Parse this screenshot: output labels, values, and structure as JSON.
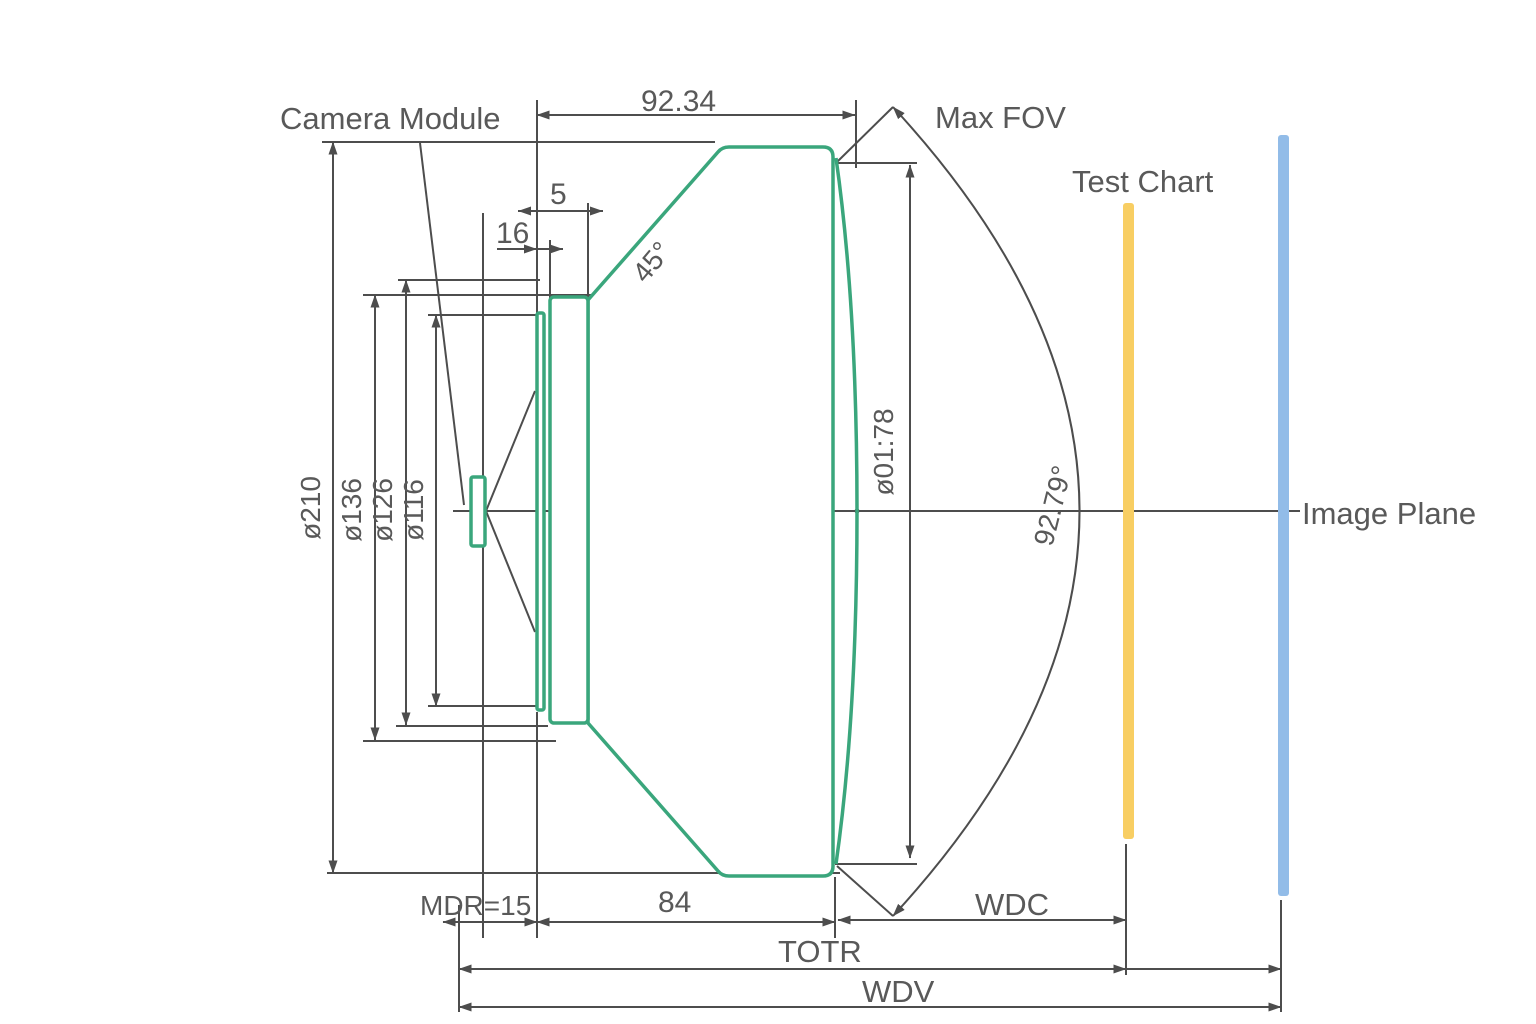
{
  "labels": {
    "camera_module": "Camera Module",
    "max_fov": "Max FOV",
    "test_chart": "Test Chart",
    "image_plane": "Image Plane"
  },
  "dimensions": {
    "top_width": "92.34",
    "flange_gap": "5",
    "sensor_offset": "16",
    "cone_angle": "45°",
    "dia_outer": "ø210",
    "dia_136": "ø136",
    "dia_126": "ø126",
    "dia_116": "ø116",
    "dia_front": "ø01:78",
    "fov_angle": "92.79°",
    "mdr": "MDR=15",
    "barrel_length": "84",
    "wdc": "WDC",
    "totr": "TOTR",
    "wdv": "WDV"
  },
  "colors": {
    "lens_outline": "#3AA67C",
    "test_chart_bar": "#F8CE63",
    "image_plane_bar": "#92BCE8",
    "line": "#4D4D4D",
    "text": "#595959",
    "background": "#FFFFFF"
  }
}
